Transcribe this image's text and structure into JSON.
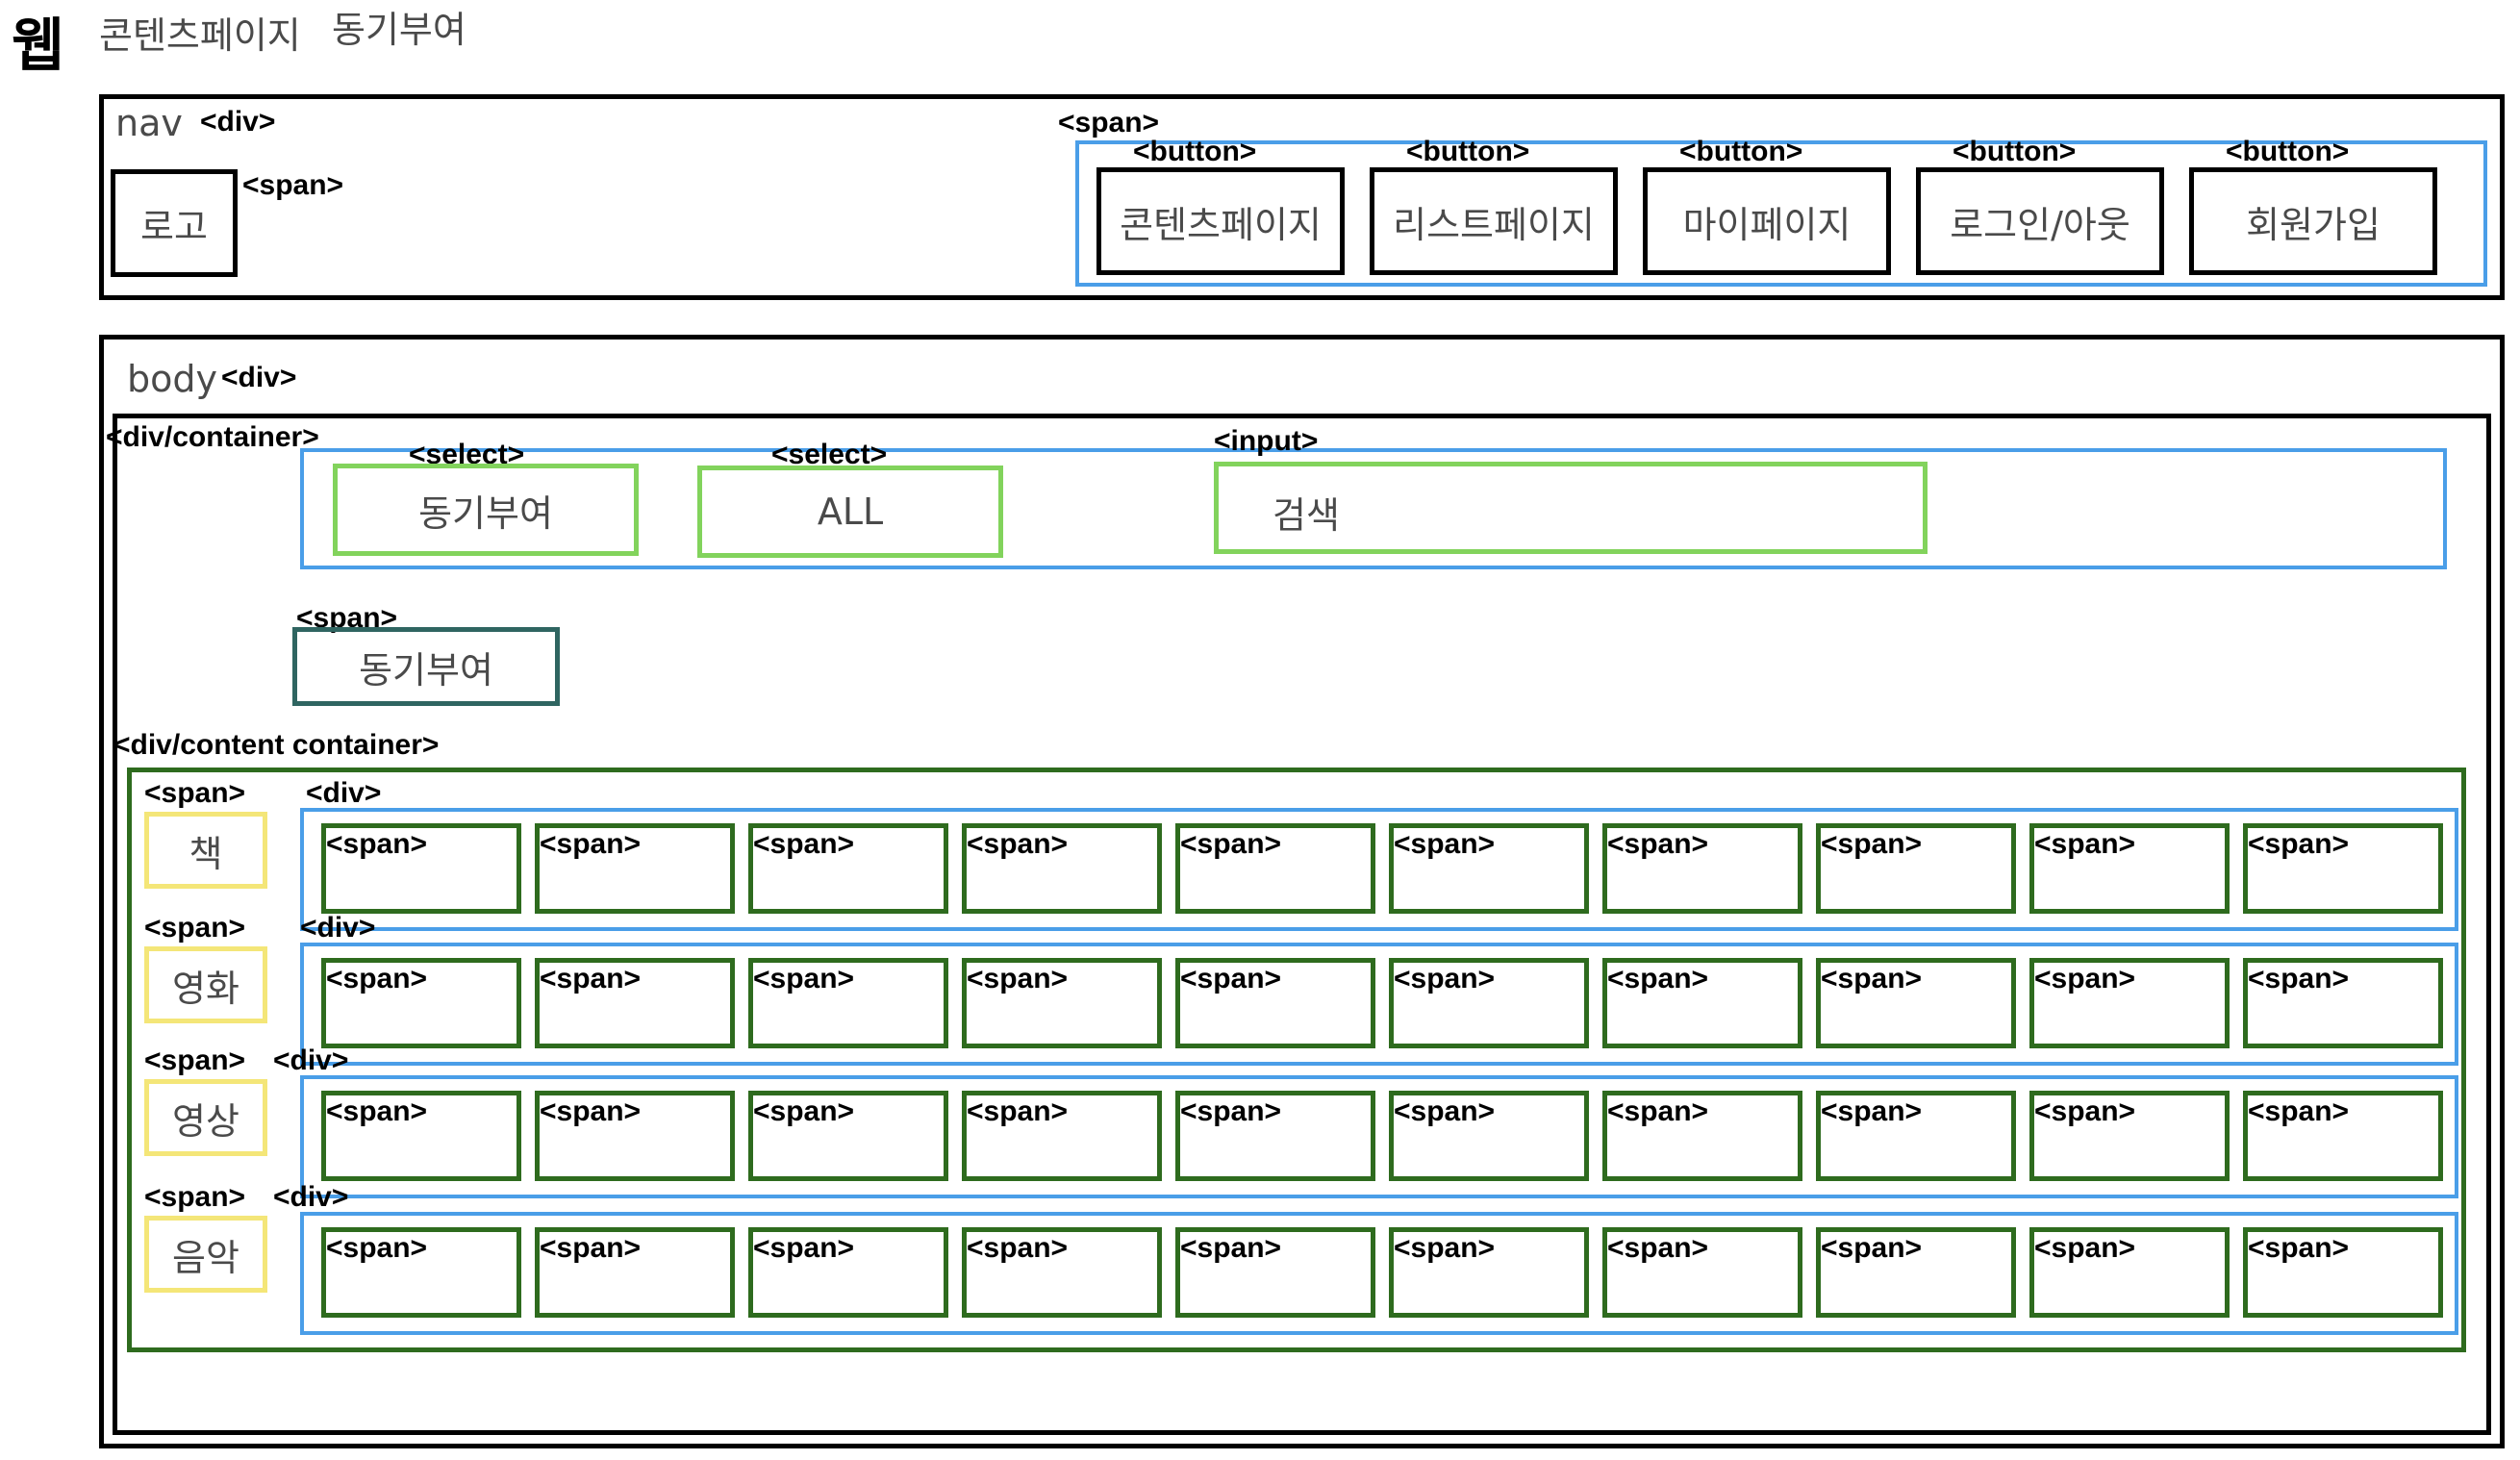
{
  "page": {
    "title": "웹",
    "subtitle_1": "콘텐츠페이지",
    "subtitle_2": "동기부여"
  },
  "nav": {
    "label": "nav",
    "tag": "<div>",
    "logo": {
      "tag": "<span>",
      "text": "로고"
    },
    "button_group": {
      "tag": "<span>",
      "buttons": [
        {
          "tag": "<button>",
          "label": "콘텐츠페이지"
        },
        {
          "tag": "<button>",
          "label": "리스트페이지"
        },
        {
          "tag": "<button>",
          "label": "마이페이지"
        },
        {
          "tag": "<button>",
          "label": "로그인/아웃"
        },
        {
          "tag": "<button>",
          "label": "회원가입"
        }
      ]
    }
  },
  "body": {
    "label": "body",
    "tag": "<div>",
    "container_tag": "<div/container>",
    "controls": {
      "select_1": {
        "tag": "<select>",
        "value": "동기부여"
      },
      "select_2": {
        "tag": "<select>",
        "value": "ALL"
      },
      "input": {
        "tag": "<input>",
        "placeholder": "검색"
      }
    },
    "category": {
      "tag": "<span>",
      "text": "동기부여"
    },
    "content_container": {
      "tag": "<div/content container>",
      "rows": [
        {
          "span_tag": "<span>",
          "label": "책",
          "div_tag": "<div>",
          "cell_tag": "<span>"
        },
        {
          "span_tag": "<span>",
          "label": "영화",
          "div_tag": "<div>",
          "cell_tag": "<span>"
        },
        {
          "span_tag": "<span>",
          "label": "영상",
          "div_tag": "<div>",
          "cell_tag": "<span>"
        },
        {
          "span_tag": "<span>",
          "label": "음악",
          "div_tag": "<div>",
          "cell_tag": "<span>"
        }
      ],
      "cells_per_row": 10
    }
  }
}
